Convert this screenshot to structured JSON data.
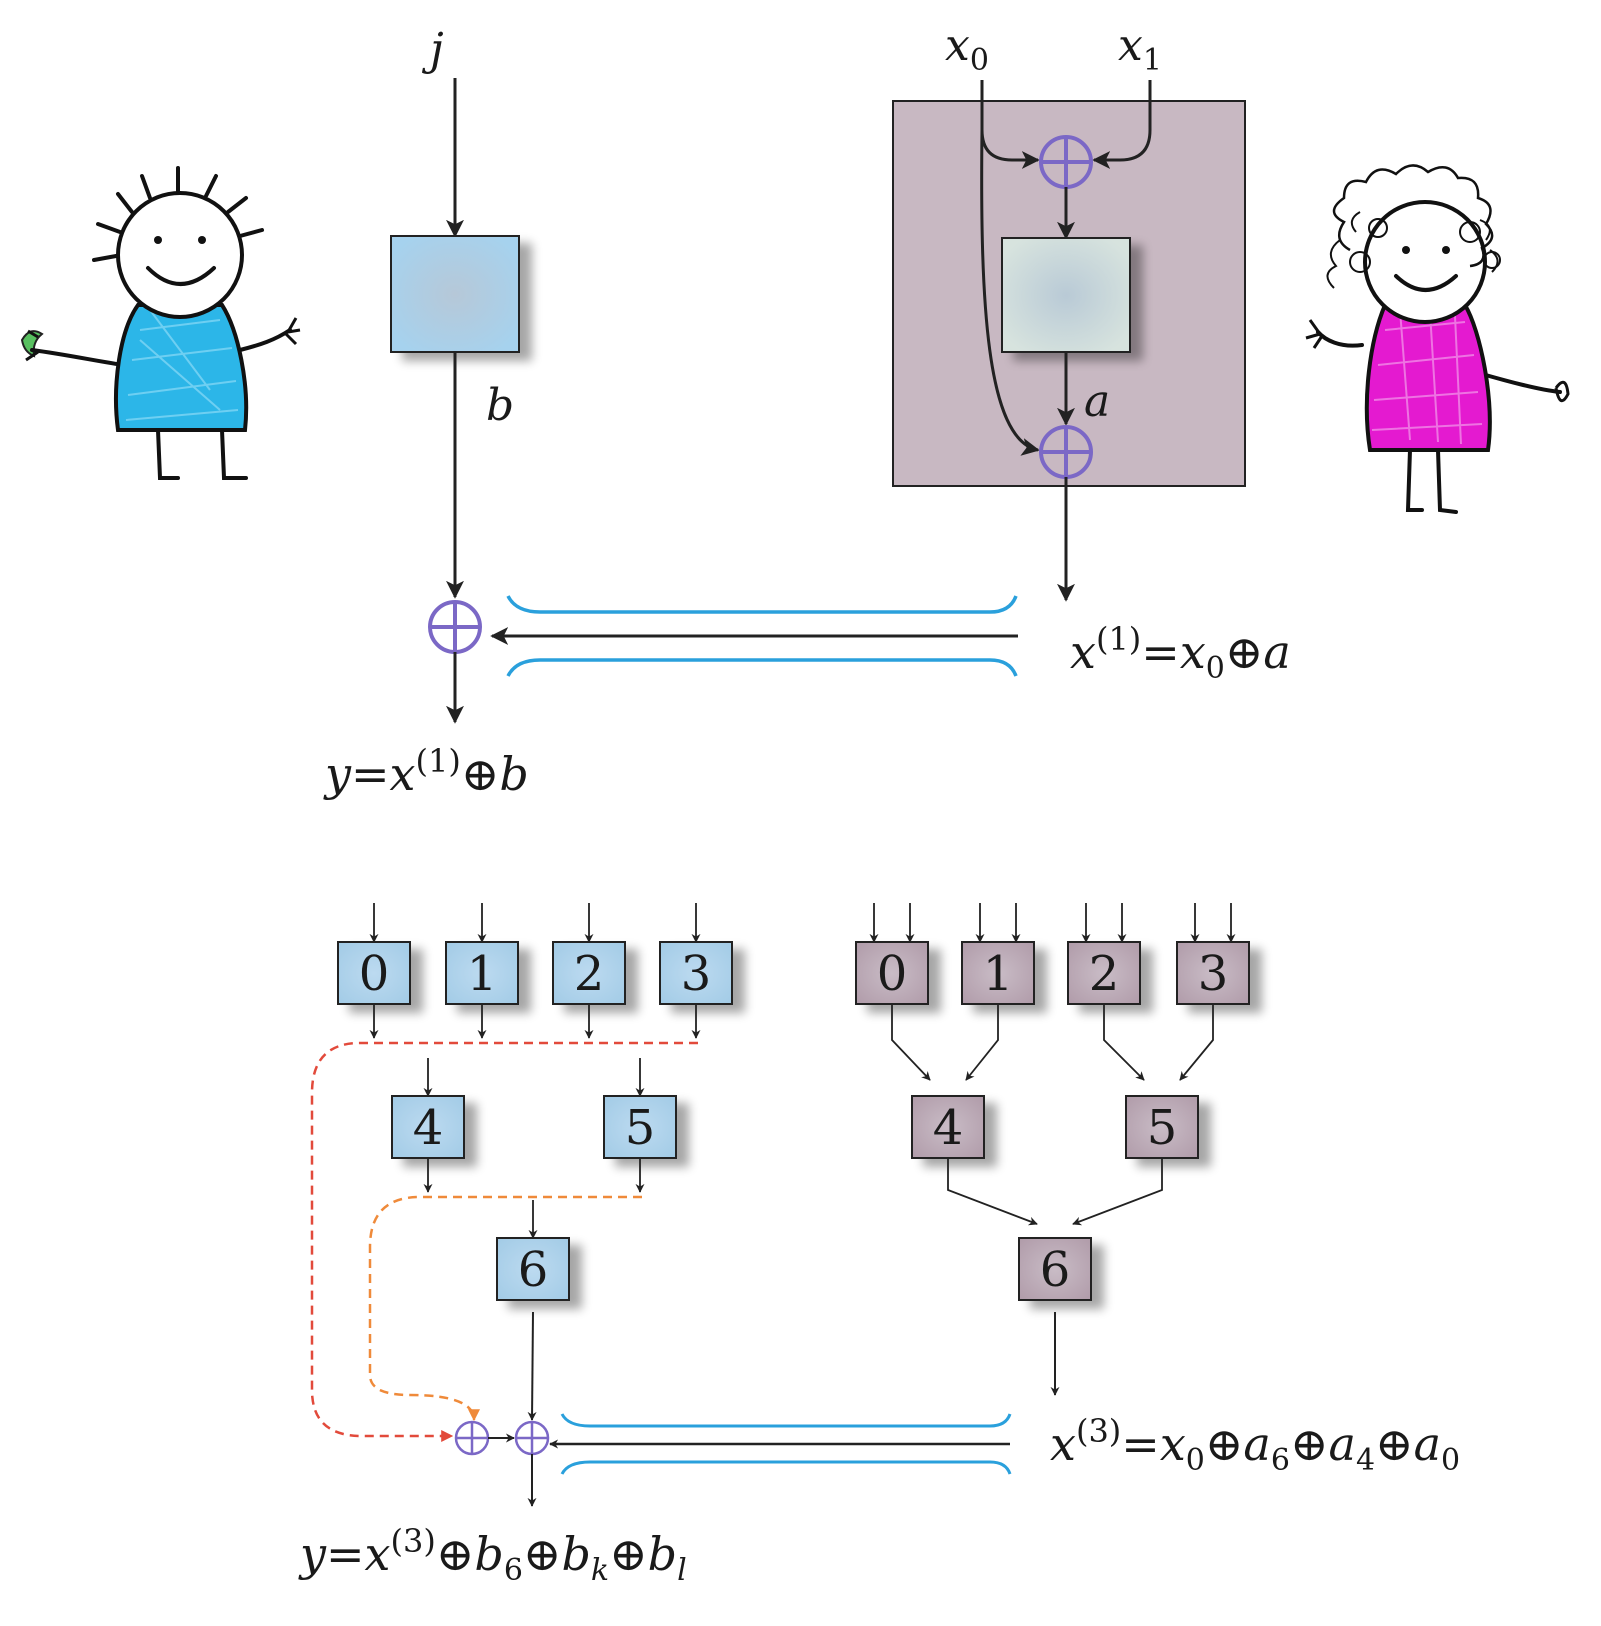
{
  "top": {
    "alice_input": "j",
    "bob_input_0": "x",
    "bob_input_0_sub": "0",
    "bob_input_1": "x",
    "bob_input_1_sub": "1",
    "alice_output_label": "b",
    "bob_output_label": "a",
    "bob_result": {
      "lhs": "x",
      "sup": "(1)",
      "eq": "=",
      "r1": "x",
      "r1_sub": "0",
      "op": "⊕",
      "r2": "a"
    },
    "alice_result": {
      "lhs": "y",
      "eq": "=",
      "r1": "x",
      "r1_sup": "(1)",
      "op": "⊕",
      "r2": "b"
    }
  },
  "bottom": {
    "alice_boxes": [
      "0",
      "1",
      "2",
      "3",
      "4",
      "5",
      "6"
    ],
    "bob_boxes": [
      "0",
      "1",
      "2",
      "3",
      "4",
      "5",
      "6"
    ],
    "bob_result": {
      "lhs": "x",
      "sup": "(3)",
      "eq": "=",
      "t1": "x",
      "t1_sub": "0",
      "op1": "⊕",
      "t2": "a",
      "t2_sub": "6",
      "op2": "⊕",
      "t3": "a",
      "t3_sub": "4",
      "op3": "⊕",
      "t4": "a",
      "t4_sub": "0"
    },
    "alice_result": {
      "lhs": "y",
      "eq": "=",
      "t1": "x",
      "t1_sup": "(3)",
      "op1": "⊕",
      "t2": "b",
      "t2_sub": "6",
      "op2": "⊕",
      "t3": "b",
      "t3_sub": "k",
      "op3": "⊕",
      "t4": "b",
      "t4_sub": "l"
    }
  },
  "colors": {
    "alice_box": "#a9d1ea",
    "bob_box": "#b8a7b3",
    "bob_region": "#c8b8c2",
    "bob_inner_box": "#cfdcd8",
    "xor": "#7b68c6",
    "channel": "#2aa0dc",
    "alice_dress": "#2cb6e8",
    "bob_dress": "#e41ad0",
    "dash_red": "#e24a3b",
    "dash_orange": "#ef8a3a"
  }
}
